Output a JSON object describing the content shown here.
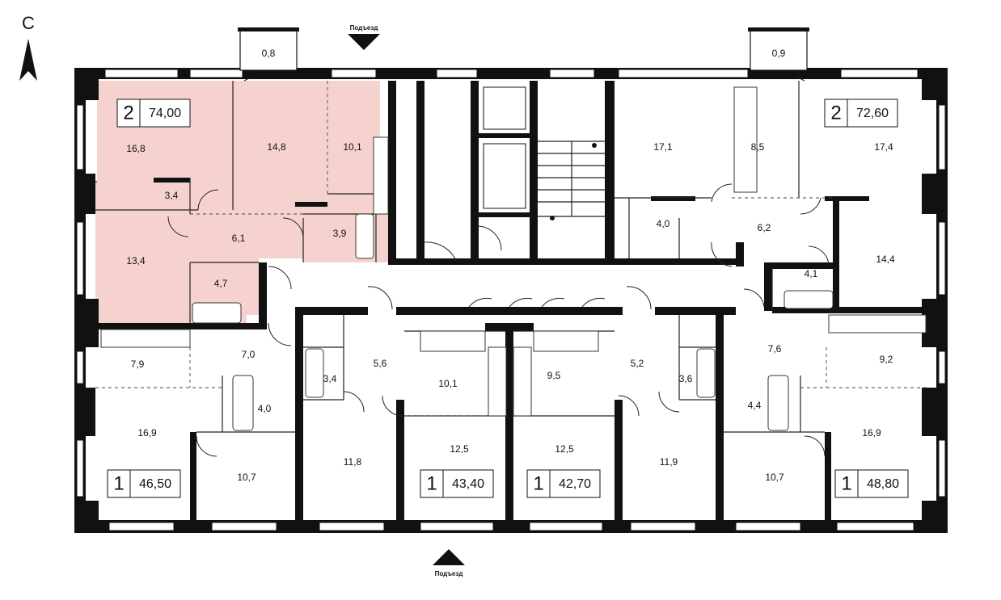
{
  "compass": {
    "label": "С"
  },
  "entrances": [
    {
      "label": "Подъезд",
      "position": "top"
    },
    {
      "label": "Подъезд",
      "position": "bottom"
    }
  ],
  "highlight_color": "#f6d2cf",
  "apartments": [
    {
      "rooms": "2",
      "area": "74,00",
      "highlighted": true
    },
    {
      "rooms": "2",
      "area": "72,60",
      "highlighted": false
    },
    {
      "rooms": "1",
      "area": "46,50",
      "highlighted": false
    },
    {
      "rooms": "1",
      "area": "43,40",
      "highlighted": false
    },
    {
      "rooms": "1",
      "area": "42,70",
      "highlighted": false
    },
    {
      "rooms": "1",
      "area": "48,80",
      "highlighted": false
    }
  ],
  "room_areas": [
    "0,8",
    "0,9",
    "16,8",
    "14,8",
    "10,1",
    "17,1",
    "8,5",
    "17,4",
    "3,4",
    "6,1",
    "3,9",
    "13,4",
    "4,7",
    "4,0",
    "6,2",
    "14,4",
    "4,1",
    "7,9",
    "7,0",
    "5,6",
    "10,1",
    "9,5",
    "5,2",
    "7,6",
    "9,2",
    "3,4",
    "3,6",
    "4,0",
    "4,4",
    "16,9",
    "12,5",
    "12,5",
    "16,9",
    "10,7",
    "11,8",
    "11,9",
    "10,7"
  ]
}
